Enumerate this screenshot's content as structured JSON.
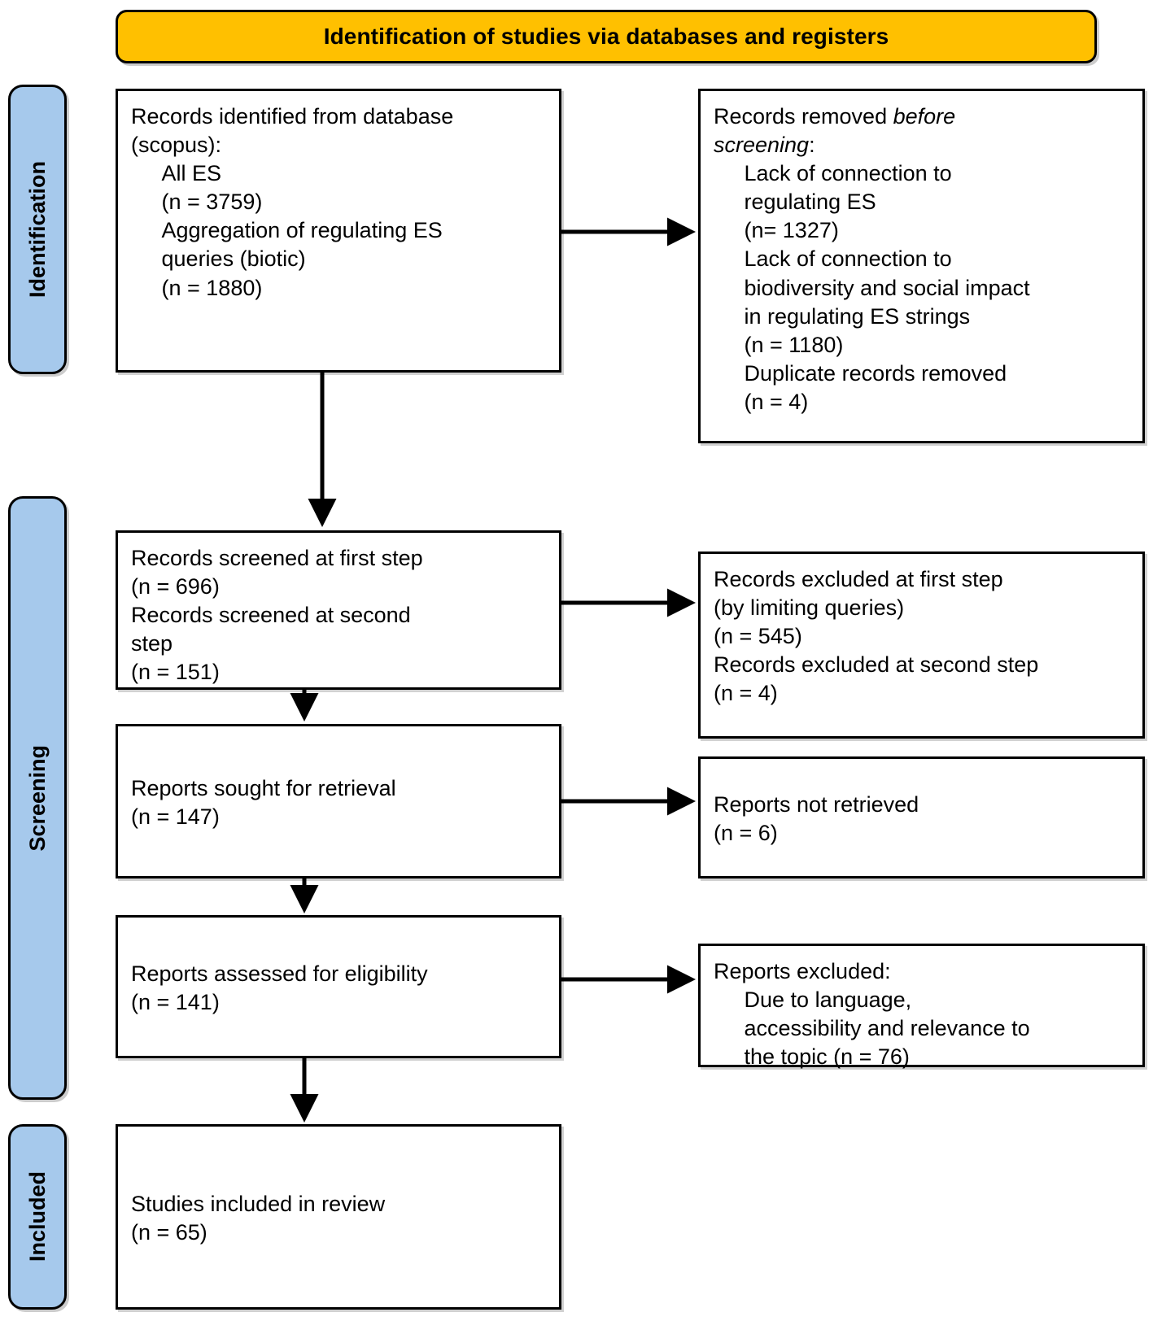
{
  "header": {
    "title": "Identification of studies via databases and registers",
    "bg_color": "#FFC000"
  },
  "stages": {
    "identification": "Identification",
    "screening": "Screening",
    "included": "Included",
    "bg_color": "#A6C9EC"
  },
  "boxes": {
    "identified": {
      "line1": "Records identified from database",
      "line2": "(scopus):",
      "line3": "    All ES",
      "line4": "    (n = 3759)",
      "line5": "    Aggregation of regulating ES",
      "line6": "    queries (biotic)",
      "line7": "    (n = 1880)",
      "text": "Records identified from database\n(scopus):\n     All ES\n     (n = 3759)\n     Aggregation of regulating ES\n     queries (biotic)\n     (n = 1880)"
    },
    "removed": {
      "head_plain": "Records removed ",
      "head_italic": "before\nscreening",
      "head_colon": ":",
      "body": "\n     Lack of connection to\n     regulating ES\n     (n= 1327)\n     Lack of connection to\n     biodiversity and social impact\n     in regulating ES strings\n     (n = 1180)\n     Duplicate records removed\n     (n = 4)"
    },
    "screened": {
      "text": "Records screened at first step\n(n = 696)\nRecords screened at second\nstep\n(n = 151)"
    },
    "excluded_first": {
      "text": "Records excluded at first step\n(by limiting queries)\n(n = 545)\nRecords excluded at second step\n(n = 4)"
    },
    "sought": {
      "text": "Reports sought for retrieval\n(n = 147)"
    },
    "not_retrieved": {
      "text": "Reports not retrieved\n(n = 6)"
    },
    "assessed": {
      "text": "Reports assessed for eligibility\n(n = 141)"
    },
    "excluded_reports": {
      "text": "Reports excluded:\n     Due to language,\n     accessibility and relevance to\n     the topic (n = 76)"
    },
    "included": {
      "text": "Studies included in review\n(n = 65)"
    }
  },
  "flow_data": {
    "type": "prisma-flow",
    "records_identified_all_es": 3759,
    "records_identified_regulating_es_queries": 1880,
    "removed_lack_connection_regulating_es": 1327,
    "removed_lack_connection_biodiversity_social": 1180,
    "removed_duplicates": 4,
    "screened_first_step": 696,
    "screened_second_step": 151,
    "excluded_first_step": 545,
    "excluded_second_step": 4,
    "reports_sought": 147,
    "reports_not_retrieved": 6,
    "reports_assessed": 141,
    "reports_excluded_language_accessibility_relevance": 76,
    "studies_included": 65
  }
}
